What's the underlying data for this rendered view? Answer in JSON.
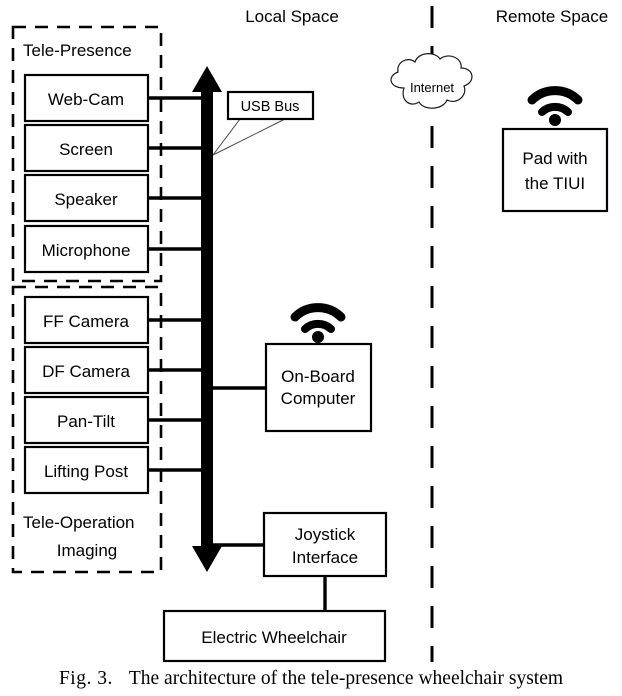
{
  "figure": {
    "caption_label": "Fig. 3.",
    "caption_text": "The architecture of the tele-presence wheelchair system"
  },
  "headers": {
    "local": "Local Space",
    "remote": "Remote Space"
  },
  "groups": {
    "tele_presence": "Tele-Presence",
    "tele_operation_line1": "Tele-Operation",
    "tele_operation_line2": "Imaging"
  },
  "bus": {
    "callout_label": "USB Bus"
  },
  "devices": [
    {
      "label": "Web-Cam"
    },
    {
      "label": "Screen"
    },
    {
      "label": "Speaker"
    },
    {
      "label": "Microphone"
    },
    {
      "label": "FF Camera"
    },
    {
      "label": "DF Camera"
    },
    {
      "label": "Pan-Tilt"
    },
    {
      "label": "Lifting Post"
    }
  ],
  "nodes": {
    "on_board_computer_line1": "On-Board",
    "on_board_computer_line2": "Computer",
    "joystick_line1": "Joystick",
    "joystick_line2": "Interface",
    "electric_wheelchair": "Electric Wheelchair",
    "pad_line1": "Pad with",
    "pad_line2": "the TIUI",
    "internet": "Internet"
  },
  "icons": {
    "wifi_local": "wifi-icon",
    "wifi_remote": "wifi-icon",
    "cloud": "cloud-icon",
    "bus_arrow_up": "arrow-up-icon",
    "bus_arrow_down": "arrow-down-icon"
  },
  "colors": {
    "stroke": "#000000",
    "fill": "#ffffff",
    "callout": "#4a4a4a"
  }
}
